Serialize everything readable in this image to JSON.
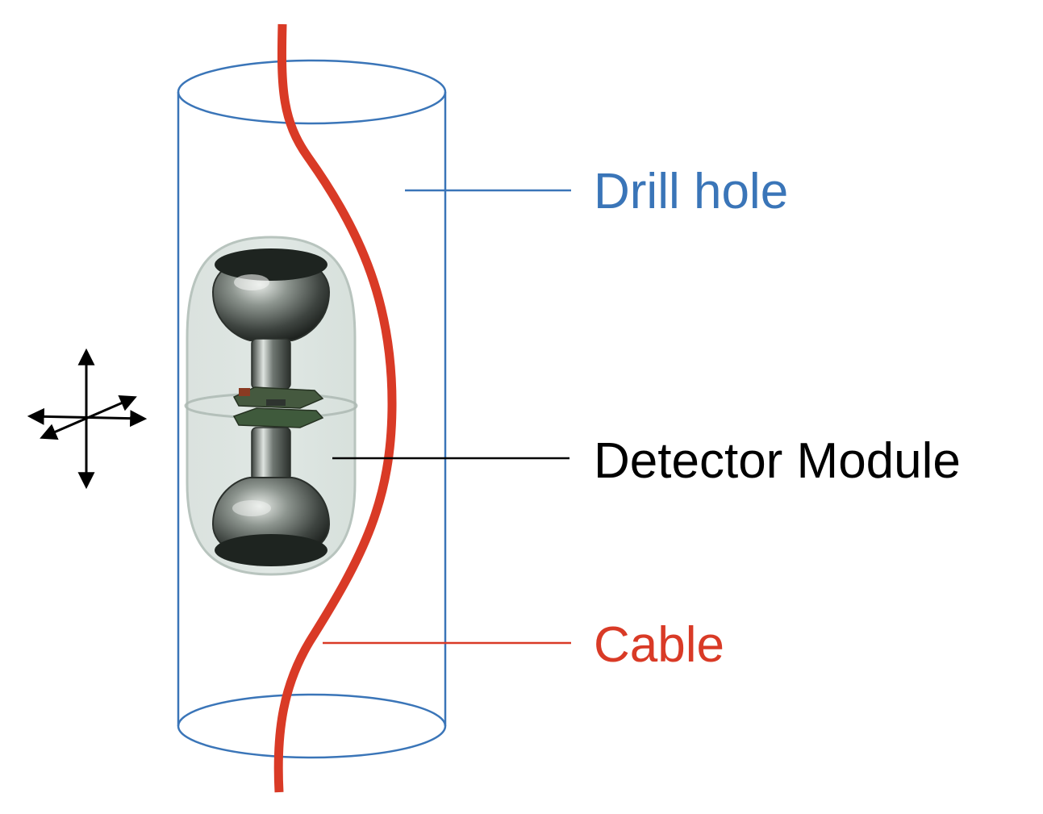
{
  "labels": {
    "drill_hole": "Drill hole",
    "detector_module": "Detector Module",
    "cable": "Cable"
  },
  "colors": {
    "drill_hole": "#3a75b8",
    "cable": "#d93a26",
    "detector_label": "#000000",
    "axes": "#000000"
  },
  "icons": {
    "axes": "three-axis-arrows-icon",
    "module": "detector-module-icon"
  }
}
